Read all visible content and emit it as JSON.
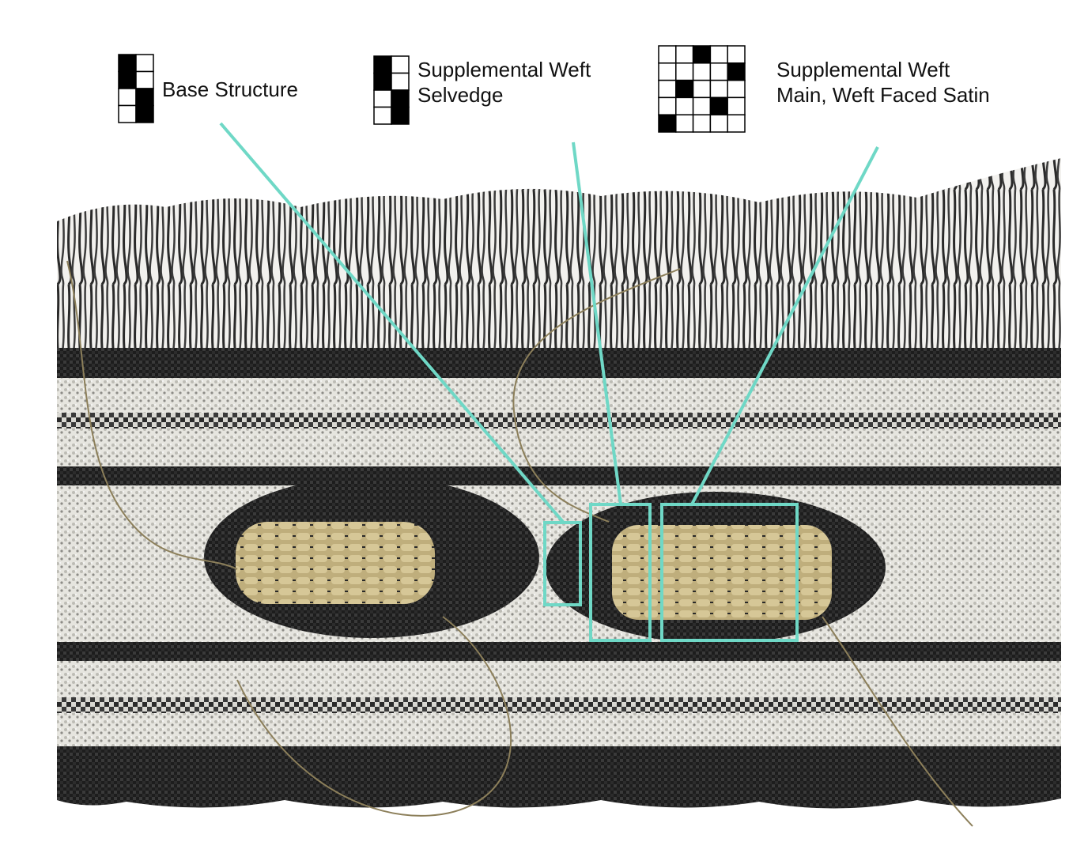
{
  "annotations": [
    {
      "id": "base",
      "lines": [
        "Base Structure"
      ],
      "draft": {
        "cols": 2,
        "rows": 4,
        "filled": [
          [
            0,
            0
          ],
          [
            0,
            1
          ],
          [
            1,
            2
          ],
          [
            1,
            3
          ]
        ]
      }
    },
    {
      "id": "selvedge",
      "lines": [
        "Supplemental Weft",
        "Selvedge"
      ],
      "draft": {
        "cols": 2,
        "rows": 4,
        "filled": [
          [
            0,
            0
          ],
          [
            0,
            1
          ],
          [
            1,
            2
          ],
          [
            1,
            3
          ]
        ]
      }
    },
    {
      "id": "satin",
      "lines": [
        "Supplemental Weft",
        "Main, Weft Faced Satin"
      ],
      "draft": {
        "cols": 5,
        "rows": 5,
        "filled": [
          [
            2,
            0
          ],
          [
            4,
            1
          ],
          [
            1,
            2
          ],
          [
            3,
            3
          ],
          [
            0,
            4
          ]
        ]
      }
    }
  ],
  "colors": {
    "callout": "#6fd8c6",
    "draft_fill": "#000000",
    "fabric_black": "#1e1e1e",
    "fabric_white": "#ecebe6",
    "supplemental_weft": "#c9b98a"
  }
}
